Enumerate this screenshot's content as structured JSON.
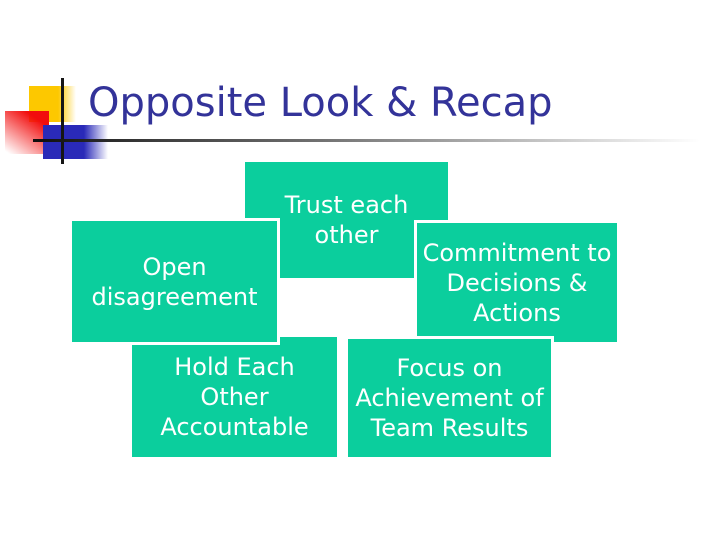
{
  "slide": {
    "title": "Opposite Look & Recap",
    "colors": {
      "title_text": "#333399",
      "box_fill": "#0bce9d",
      "box_outline": "#ffffff",
      "box_text": "#ffffff",
      "accent_yellow": "#fdc800",
      "accent_red": "#f20d0d",
      "accent_blue": "#2a2ab8",
      "rule_dark": "#0d0d0d"
    },
    "boxes": [
      {
        "name": "trust-each-other",
        "label": "Trust each\nother"
      },
      {
        "name": "open-disagreement",
        "label": "Open\ndisagreement"
      },
      {
        "name": "commitment-to-decisions",
        "label": "Commitment to\nDecisions &\nActions"
      },
      {
        "name": "hold-each-other-accountable",
        "label": "Hold Each\nOther\nAccountable"
      },
      {
        "name": "focus-on-team-results",
        "label": "Focus on\nAchievement of\nTeam Results"
      }
    ]
  }
}
